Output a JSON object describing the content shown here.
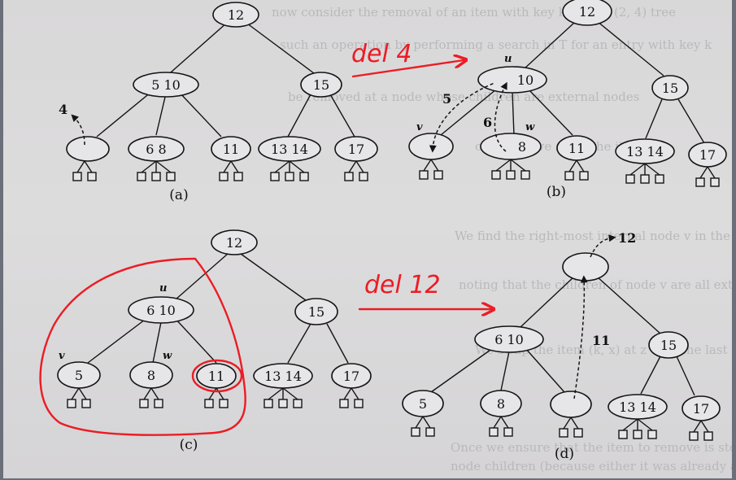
{
  "background_text": [
    "now consider the removal of an item with key k from a (2, 4) tree",
    "such an operation by performing a search in T for an entry with key k",
    "be removed at a node whose children are external nodes",
    "children, we swap the item",
    "We find the right-most internal node v in the subtree rooted at the",
    "noting that the children of node v are all external nodes.",
    "We swap the item (k, x) at z with the last item of v",
    "Once we ensure that the item to remove is stored at a node v with only",
    "node children (because either it was already at v or we swapped"
  ],
  "annotations": {
    "del4": "del 4",
    "del12": "del 12"
  },
  "diagrams": {
    "a": {
      "caption": "(a)",
      "root": "12",
      "left": "5 10",
      "right": "15",
      "leaves": [
        "",
        "6 8",
        "11",
        "13 14",
        "17"
      ],
      "deleted_key": "4"
    },
    "b": {
      "caption": "(b)",
      "root": "12",
      "u_label": "u",
      "u_keys": "10",
      "right": "15",
      "v_label": "v",
      "w_label": "w",
      "leaves": [
        "",
        "8",
        "11",
        "13 14",
        "17"
      ],
      "step5": "5",
      "step6": "6"
    },
    "c": {
      "caption": "(c)",
      "root": "12",
      "u_label": "u",
      "u_keys": "6 10",
      "right": "15",
      "v_label": "v",
      "w_label": "w",
      "leaves": [
        "5",
        "8",
        "11",
        "13 14",
        "17"
      ]
    },
    "d": {
      "caption": "(d)",
      "root": "",
      "removed_key": "12",
      "step11": "11",
      "left": "6 10",
      "right": "15",
      "leaves": [
        "5",
        "8",
        "",
        "13 14",
        "17"
      ]
    }
  }
}
